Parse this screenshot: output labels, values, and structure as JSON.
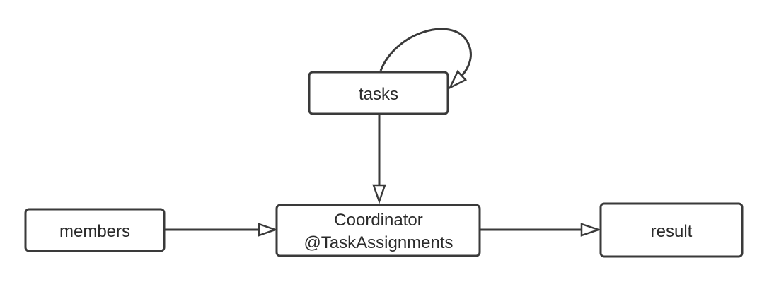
{
  "diagram": {
    "nodes": {
      "tasks": {
        "label": "tasks"
      },
      "coordinator": {
        "label_line1": "Coordinator",
        "label_line2": "@TaskAssignments"
      },
      "members": {
        "label": "members"
      },
      "result": {
        "label": "result"
      }
    },
    "edges": [
      {
        "from": "tasks",
        "to": "tasks"
      },
      {
        "from": "tasks",
        "to": "coordinator"
      },
      {
        "from": "members",
        "to": "coordinator"
      },
      {
        "from": "coordinator",
        "to": "result"
      }
    ],
    "colors": {
      "stroke": "#3a3a3a",
      "text": "#2b2b2b",
      "background": "#ffffff"
    }
  }
}
